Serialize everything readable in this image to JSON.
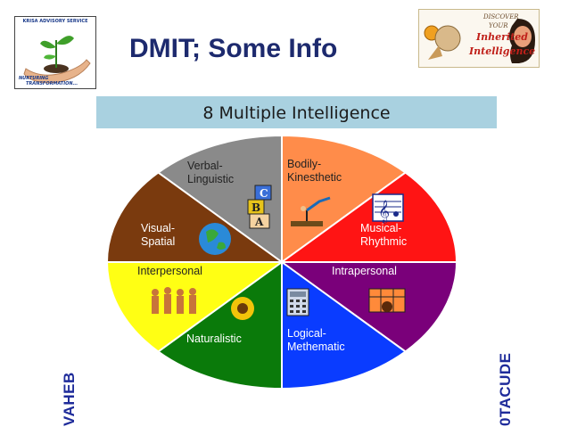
{
  "logo_left": {
    "brand_top": "KRISA ADVISORY SERVICE",
    "brand_bottom_1": "NURTURING",
    "brand_bottom_2": "TRANSFORMATION..."
  },
  "logo_right": {
    "line1": "DISCOVER",
    "line2": "YOUR",
    "line3": "Inherited",
    "line4": "Intelligence"
  },
  "title": "DMIT; Some Info",
  "banner": "8 Multiple Intelligence",
  "segments": [
    {
      "label1": "Verbal-",
      "label2": "Linguistic",
      "color": "#8a8a8a",
      "icon": "abc-blocks-icon"
    },
    {
      "label1": "Bodily-",
      "label2": "Kinesthetic",
      "color": "#ff8c4a",
      "icon": "gymnast-icon"
    },
    {
      "label1": "Musical-",
      "label2": "Rhythmic",
      "color": "#ff1414",
      "icon": "music-note-icon"
    },
    {
      "label1": "Intrapersonal",
      "label2": "",
      "color": "#7a007a",
      "icon": "person-box-icon"
    },
    {
      "label1": "Logical-",
      "label2": "Methematic",
      "color": "#0a3cff",
      "icon": "calculator-icon"
    },
    {
      "label1": "Naturalistic",
      "label2": "",
      "color": "#0a7a0a",
      "icon": "sunflower-icon"
    },
    {
      "label1": "Interpersonal",
      "label2": "",
      "color": "#ffff14",
      "icon": "people-group-icon"
    },
    {
      "label1": "Visual-",
      "label2": "Spatial",
      "color": "#7a3a0e",
      "icon": "globe-icon"
    }
  ],
  "side_left": "VAHEB",
  "side_right": "0TACUDE"
}
